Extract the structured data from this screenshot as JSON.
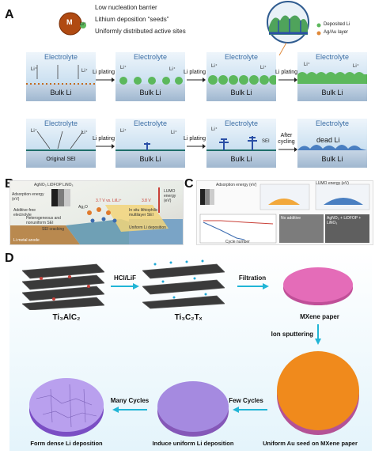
{
  "panels": {
    "a": "A",
    "b": "B",
    "c": "C",
    "d": "D"
  },
  "panel_a": {
    "legend": [
      "Low nucleation barrier",
      "Lithium deposition “seeds”",
      "Uniformly distributed active sites"
    ],
    "seed_letter": "M",
    "ion_label": "Li⁺",
    "zoom_legend": [
      "Deposited Li",
      "Ag/Au layer"
    ],
    "electrolyte": "Electrolyte",
    "bulk": "Bulk Li",
    "plating": "Li plating",
    "original_sei": "Original SEI",
    "sei": "SEI",
    "after_cycling": "After cycling",
    "dead_li": "dead Li"
  },
  "panel_b": {
    "texts": [
      "AgNO₃ LiDFOP LiNO₃",
      "Adsorption energy (eV)",
      "LUMO energy (eV)",
      "Additive-free electrolyte",
      "Heterogeneous and nonuniform SEI",
      "SEI cracking",
      "Ag₂O",
      "Li metal anode",
      "In situ lithiophilic multilayer SEI",
      "Uniform Li deposition",
      "3.7 V vs. Li/Li⁺",
      "3.8 V"
    ]
  },
  "panel_c": {
    "texts": [
      "Adsorption energy (eV)",
      "LUMO energy (eV)",
      "Cycle number",
      "No additive",
      "AgNO₃ + LiDFOP + LiNO₃"
    ]
  },
  "panel_d": {
    "ti3alc2": "Ti₃AlC₂",
    "ti3c2tx": "Ti₃C₂Tₓ",
    "hcl_lif": "HCl/LiF",
    "filtration": "Filtration",
    "mxene_paper": "MXene paper",
    "ion_sputtering": "Ion sputtering",
    "few_cycles": "Few Cycles",
    "many_cycles": "Many Cycles",
    "uniform_au": "Uniform Au seed on MXene paper",
    "induce": "Induce uniform Li deposition",
    "form_dense": "Form dense Li deposition"
  },
  "colors": {
    "seed_green": "#5cb85c",
    "ag_orange": "#e0893a",
    "mxene_pink": "#e46cb8",
    "au_orange": "#f08a1c",
    "li_purple": "#8d70cf",
    "arrow_cyan": "#21b5d6"
  }
}
